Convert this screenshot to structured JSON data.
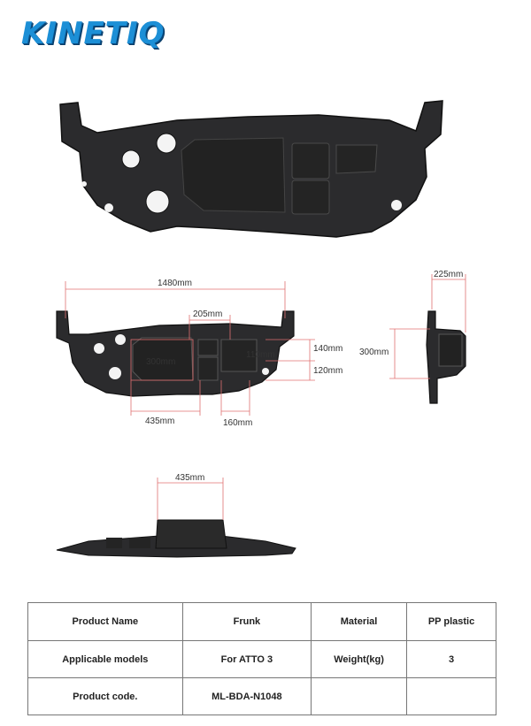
{
  "brand": {
    "logo_text": "KINETIQ"
  },
  "dimensions": {
    "width_total": "1480mm",
    "depth_side": "225mm",
    "height_side": "300mm",
    "compartment_w": "205mm",
    "main_well": "300mm",
    "h140": "140mm",
    "d110": "110mm",
    "h120": "120mm",
    "w435": "435mm",
    "w160": "160mm",
    "bottom_w435": "435mm"
  },
  "spec_table": {
    "rows": [
      [
        "Product Name",
        "Frunk",
        "Material",
        "PP  plastic"
      ],
      [
        "Applicable models",
        "For ATTO 3",
        "Weight(kg)",
        "3"
      ],
      [
        "Product code.",
        "ML-BDA-N1048",
        "",
        ""
      ]
    ]
  }
}
